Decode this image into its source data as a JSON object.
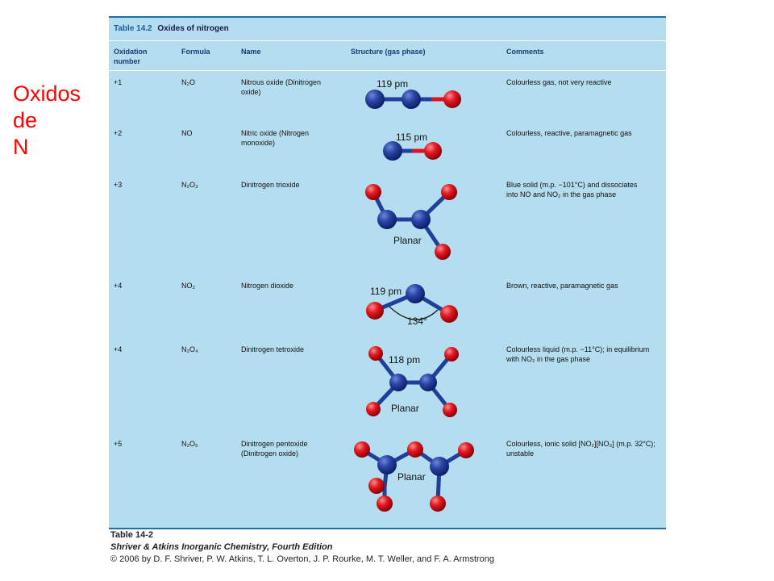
{
  "side_title": [
    "Oxidos",
    "de",
    "N"
  ],
  "table": {
    "number": "Table 14.2",
    "title": "Oxides of nitrogen",
    "headers": {
      "oxidation": "Oxidation number",
      "formula": "Formula",
      "name": "Name",
      "structure": "Structure (gas phase)",
      "comments": "Comments"
    },
    "rows": [
      {
        "oxidation": "+1",
        "formula": "N₂O",
        "name": "Nitrous oxide (Dinitrogen oxide)",
        "comment": "Colourless gas, not very reactive",
        "label": "119 pm"
      },
      {
        "oxidation": "+2",
        "formula": "NO",
        "name": "Nitric oxide (Nitrogen monoxide)",
        "comment": "Colourless, reactive, paramagnetic gas",
        "label": "115 pm"
      },
      {
        "oxidation": "+3",
        "formula": "N₂O₃",
        "name": "Dinitrogen trioxide",
        "comment": "Blue solid (m.p. −101°C) and dissociates into NO and NO₂ in the gas phase",
        "label": "Planar"
      },
      {
        "oxidation": "+4",
        "formula": "NO₂",
        "name": "Nitrogen dioxide",
        "comment": "Brown, reactive, paramagnetic gas",
        "label": "119 pm",
        "label2": "134°"
      },
      {
        "oxidation": "+4",
        "formula": "N₂O₄",
        "name": "Dinitrogen tetroxide",
        "comment": "Colourless liquid (m.p. −11°C); in equilibrium with NO₂ in the gas phase",
        "label": "118 pm",
        "label2": "Planar"
      },
      {
        "oxidation": "+5",
        "formula": "N₂O₅",
        "name": "Dinitrogen pentoxide (Dinitrogen oxide)",
        "comment": "Colourless, ionic solid [NO₂][NO₃] (m.p. 32°C); unstable",
        "label": "Planar"
      }
    ]
  },
  "caption": {
    "line1": "Table 14-2",
    "line2": "Shriver & Atkins Inorganic Chemistry, Fourth Edition",
    "line3": "© 2006 by D. F. Shriver, P. W. Atkins, T. L. Overton, J. P. Rourke, M. T. Weller, and F. A. Armstrong"
  },
  "colors": {
    "table_bg": "#b5ddf0",
    "nitrogen_atom": "#1f3f9a",
    "oxygen_atom": "#e01020",
    "side_title": "#ff0000"
  }
}
